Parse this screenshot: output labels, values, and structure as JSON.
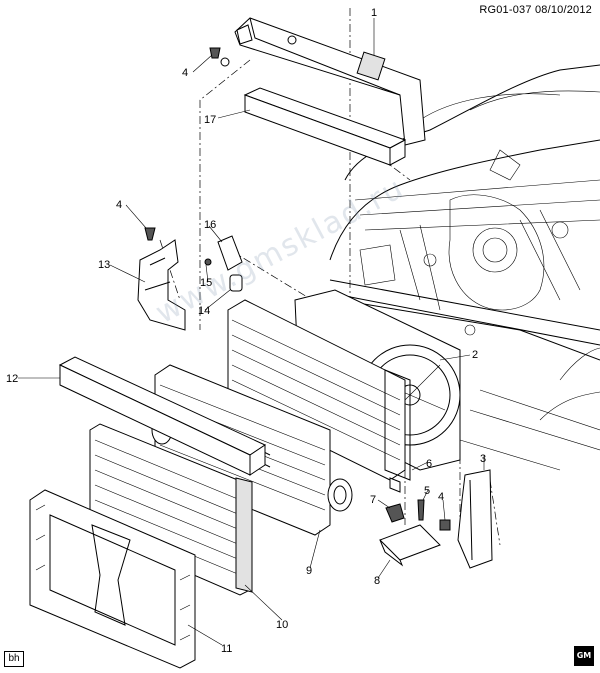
{
  "header": {
    "diagram_id": "RG01-037",
    "date": "08/10/2012"
  },
  "watermark": "www.gmsklad.ru",
  "footer": {
    "left_tag": "bh",
    "logo_text": "GM"
  },
  "callouts": [
    "1",
    "2",
    "3",
    "4",
    "4",
    "4",
    "5",
    "6",
    "7",
    "8",
    "9",
    "10",
    "11",
    "12",
    "13",
    "14",
    "15",
    "16",
    "17"
  ]
}
